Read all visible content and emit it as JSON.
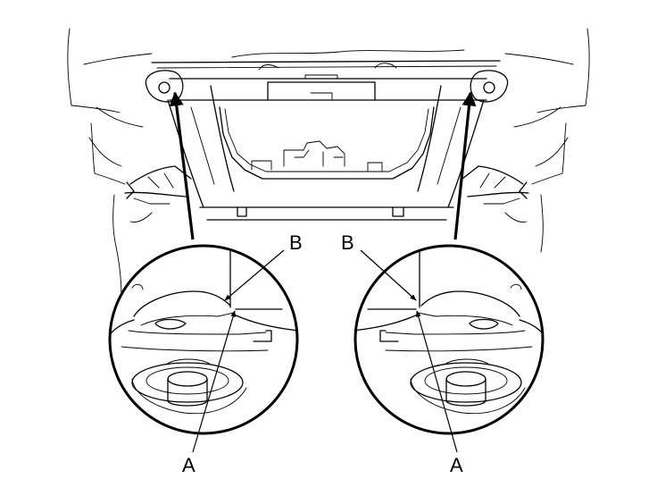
{
  "callouts": {
    "left": {
      "a": "A",
      "b": "B"
    },
    "right": {
      "a": "A",
      "b": "B"
    }
  },
  "colors": {
    "ink": "#000000",
    "paper": "#ffffff"
  }
}
